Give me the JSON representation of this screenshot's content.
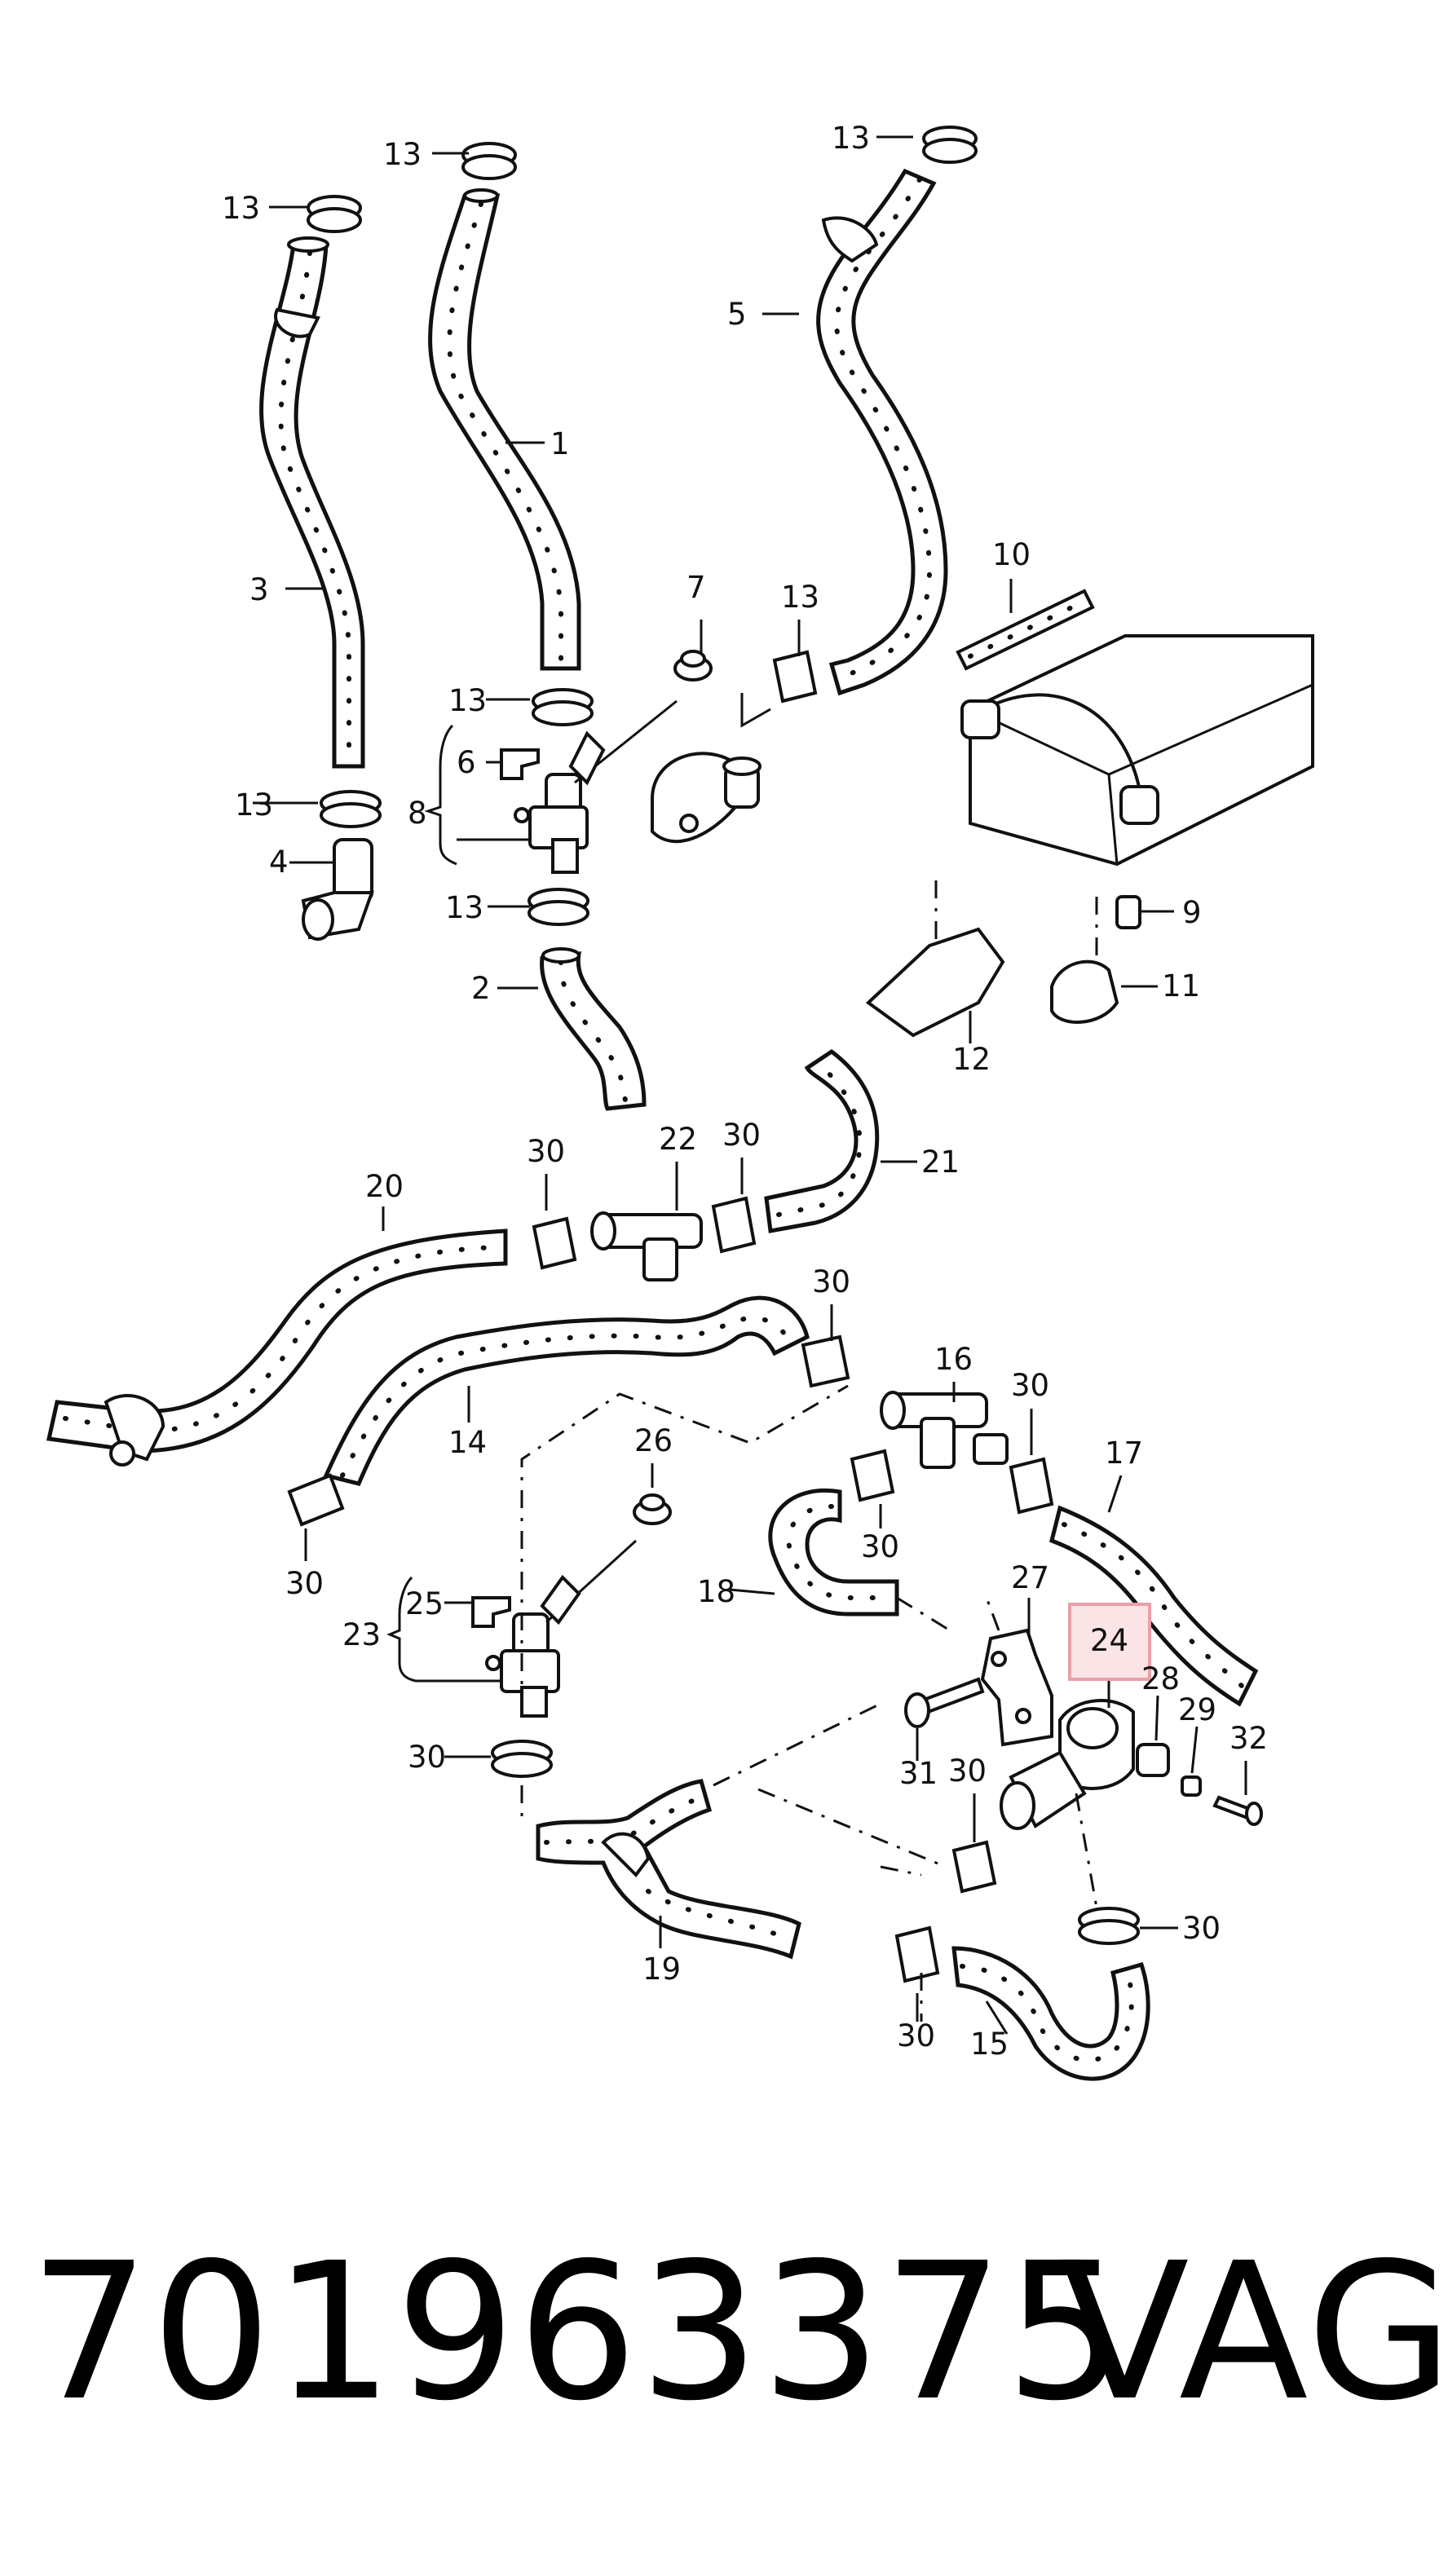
{
  "labels": {
    "p1": "1",
    "p2": "2",
    "p3": "3",
    "p4": "4",
    "p5": "5",
    "p6": "6",
    "p7": "7",
    "p8": "8",
    "p9": "9",
    "p10": "10",
    "p11": "11",
    "p12": "12",
    "p13": "13",
    "p14": "14",
    "p15": "15",
    "p16": "16",
    "p17": "17",
    "p18": "18",
    "p19": "19",
    "p20": "20",
    "p21": "21",
    "p22": "22",
    "p23": "23",
    "p24": "24",
    "p25": "25",
    "p26": "26",
    "p27": "27",
    "p28": "28",
    "p29": "29",
    "p30": "30",
    "p31": "31",
    "p32": "32"
  },
  "highlight": {
    "label": "24",
    "color": "#e8a0a8",
    "fill": "#fbe4e6"
  },
  "footer": {
    "part_number": "701963375",
    "brand": "VAG"
  }
}
